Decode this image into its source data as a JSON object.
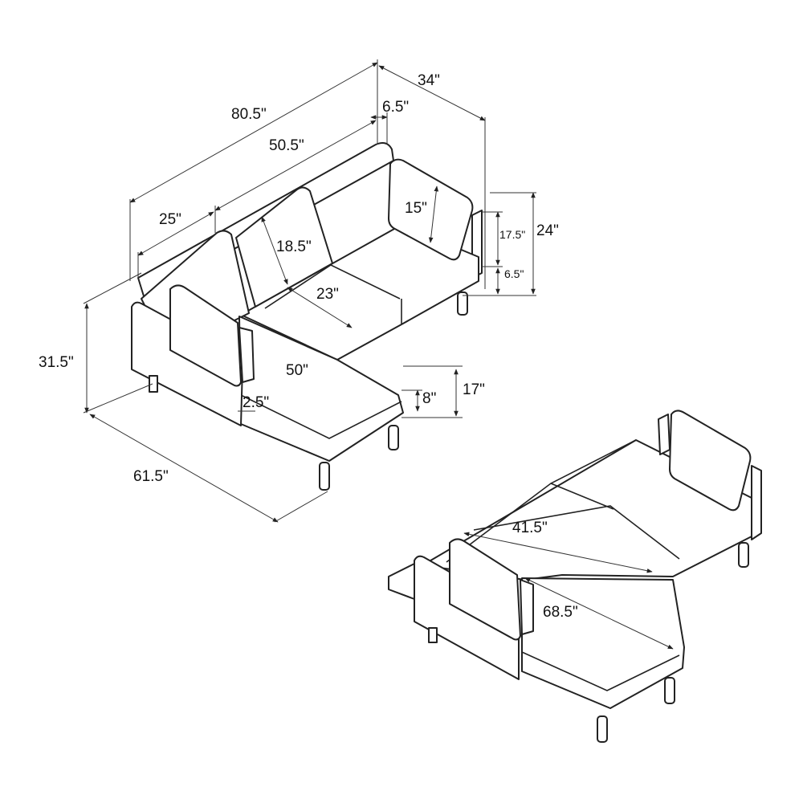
{
  "top_view": {
    "dimensions": {
      "overall_length": "80.5\"",
      "depth": "34\"",
      "arm_width": "6.5\"",
      "seat_width": "50.5\"",
      "chaise_seat_width": "25\"",
      "back_height": "15\"",
      "back_cushion_depth": "18.5\"",
      "seat_depth": "23\"",
      "back_above_seat": "17.5\"",
      "total_height": "24\"",
      "leg_height_side": "6.5\"",
      "height": "31.5\"",
      "chaise_length": "50\"",
      "arm_thickness": "2.5\"",
      "seat_thickness": "8\"",
      "seat_height": "17\"",
      "overall_width": "61.5\""
    }
  },
  "bed_view": {
    "dimensions": {
      "bed_width": "41.5\"",
      "bed_length": "68.5\""
    }
  }
}
